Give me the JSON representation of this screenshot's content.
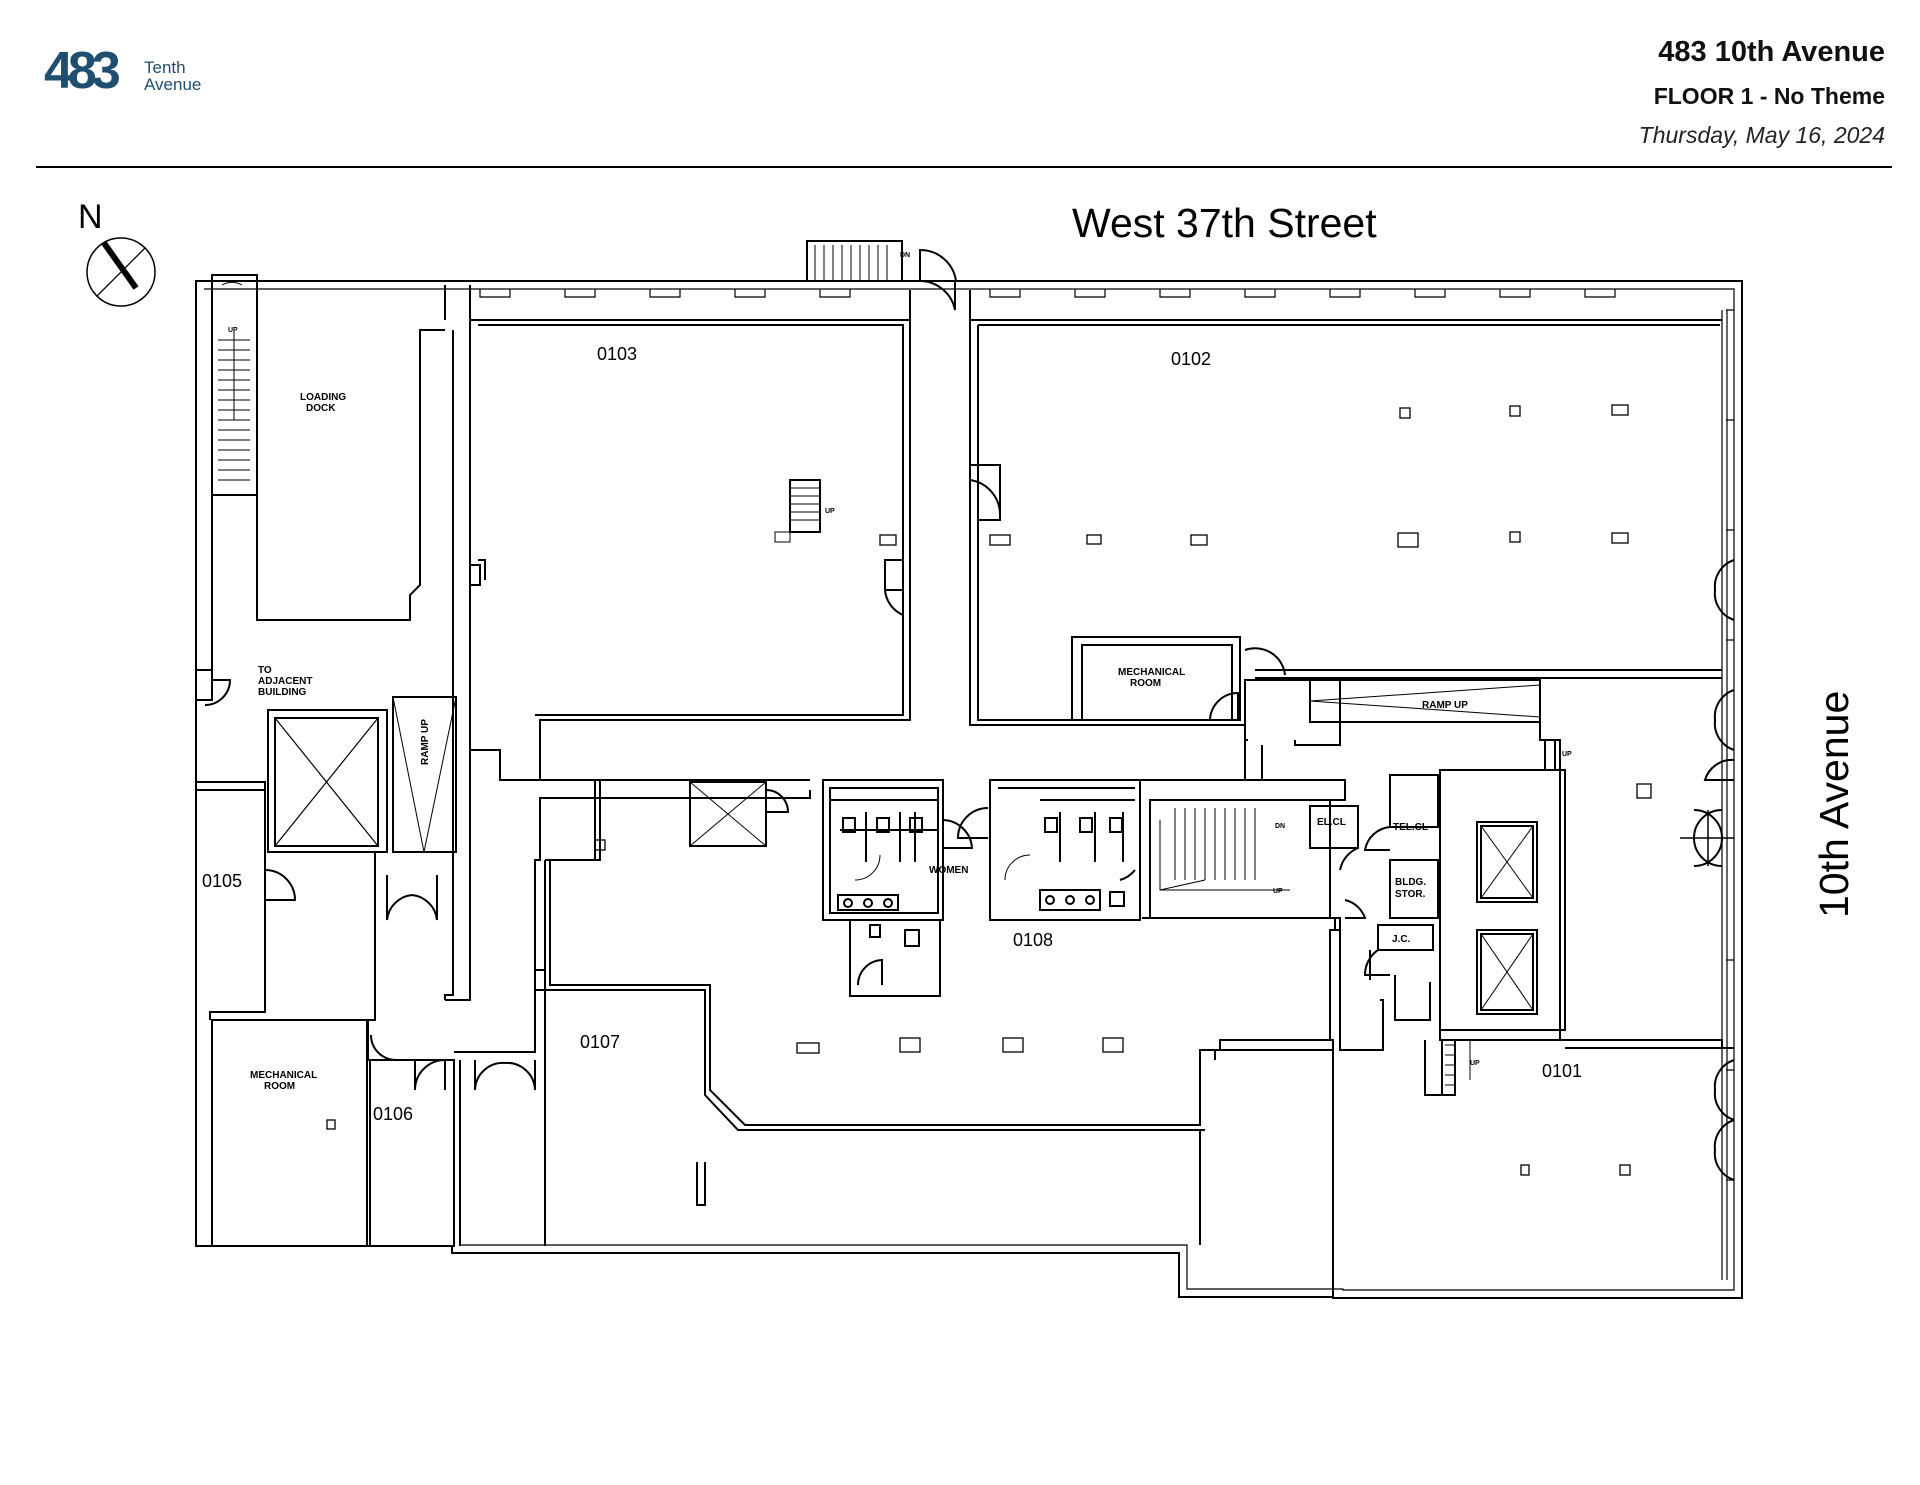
{
  "header": {
    "logo_number": "483",
    "logo_word1": "Tenth",
    "logo_word2": "Avenue",
    "building": "483 10th Avenue",
    "floor": "FLOOR 1 - No Theme",
    "date": "Thursday, May 16, 2024"
  },
  "compass": {
    "label": "N"
  },
  "streets": {
    "north": "West 37th Street",
    "east": "10th Avenue"
  },
  "rooms": {
    "r0101": "0101",
    "r0102": "0102",
    "r0103": "0103",
    "r0105": "0105",
    "r0106": "0106",
    "r0107": "0107",
    "r0108": "0108"
  },
  "labels": {
    "loading_dock_1": "LOADING",
    "loading_dock_2": "DOCK",
    "adjacent_1": "TO",
    "adjacent_2": "ADJACENT",
    "adjacent_3": "BUILDING",
    "ramp_up": "RAMP UP",
    "ramp_up_east": "RAMP UP",
    "mech_1": "MECHANICAL",
    "mech_2": "ROOM",
    "mech_sw_1": "MECHANICAL",
    "mech_sw_2": "ROOM",
    "women": "WOMEN",
    "el_cl": "EL.CL",
    "tel_cl": "TEL.CL",
    "bldg_1": "BLDG.",
    "bldg_2": "STOR.",
    "jc": "J.C.",
    "up": "UP",
    "dn": "DN"
  },
  "colors": {
    "logo": "#1f4e6e",
    "lines": "#000000"
  }
}
